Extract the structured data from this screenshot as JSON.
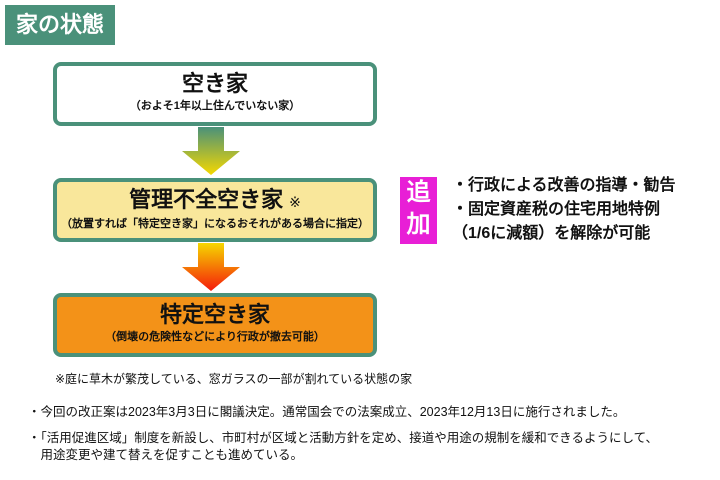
{
  "title": "家の状態",
  "boxes": [
    {
      "main": "空き家",
      "sub": "（およそ1年以上住んでいない家）"
    },
    {
      "main": "管理不全空き家",
      "mark": "※",
      "sub": "（放置すれば「特定空き家」になるおそれがある場合に指定）"
    },
    {
      "main": "特定空き家",
      "sub": "（倒壊の危険性などにより行政が撤去可能）"
    }
  ],
  "addition": {
    "badge_line1": "追",
    "badge_line2": "加",
    "items": [
      "・行政による改善の指導・勧告",
      "・固定資産税の住宅用地特例",
      "（1/6に減額）を解除が可能"
    ]
  },
  "note": "※庭に草木が繁茂している、窓ガラスの一部が割れている状態の家",
  "bullets": [
    "・今回の改正案は2023年3月3日に閣議決定。通常国会での法案成立、2023年12月13日に施行されました。",
    "・「活用促進区域」制度を新設し、市町村が区域と活動方針を定め、接道や用途の規制を緩和できるようにして、",
    "　用途変更や建て替えを促すことも進めている。"
  ],
  "colors": {
    "green": "#4a917a",
    "yellow": "#f9e79b",
    "orange": "#f39218",
    "magenta": "#e81fd6"
  }
}
